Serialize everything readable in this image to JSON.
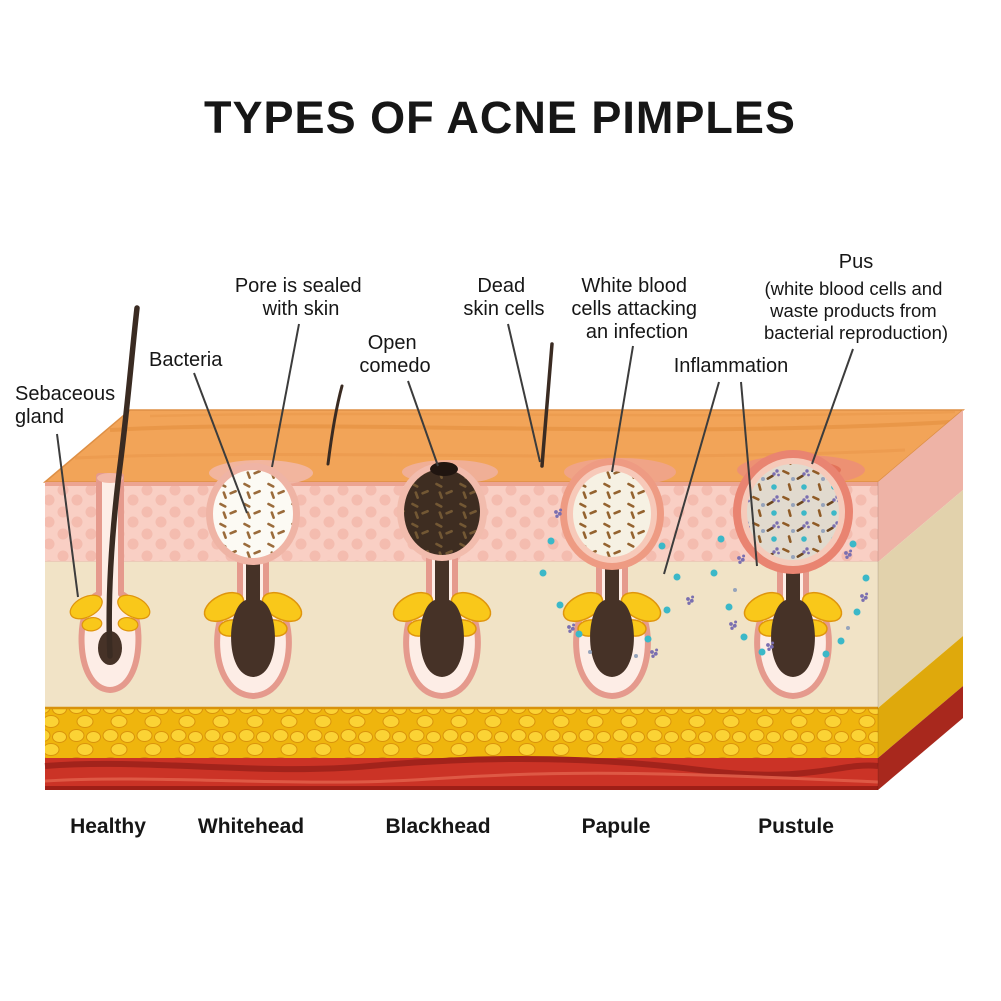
{
  "title": "TYPES OF ACNE PIMPLES",
  "annotations": {
    "sebaceous_gland": {
      "lines": [
        "Sebaceous",
        "gland"
      ]
    },
    "bacteria": {
      "lines": [
        "Bacteria"
      ]
    },
    "pore_sealed": {
      "lines": [
        "Pore is sealed",
        "with skin"
      ]
    },
    "open_comedo": {
      "lines": [
        "Open",
        "comedo"
      ]
    },
    "dead_skin_cells": {
      "lines": [
        "Dead",
        "skin cells"
      ]
    },
    "white_blood_cells": {
      "lines": [
        "White blood",
        "cells attacking",
        "an infection"
      ]
    },
    "inflammation": {
      "lines": [
        "Inflammation"
      ]
    },
    "pus": {
      "lines": [
        "Pus",
        "(white blood cells and",
        "waste products from",
        "bacterial reproduction)"
      ]
    }
  },
  "types": [
    {
      "id": "healthy",
      "label": "Healthy"
    },
    {
      "id": "whitehead",
      "label": "Whitehead"
    },
    {
      "id": "blackhead",
      "label": "Blackhead"
    },
    {
      "id": "papule",
      "label": "Papule"
    },
    {
      "id": "pustule",
      "label": "Pustule"
    }
  ],
  "legend_colors": {
    "skin_surface": "#F2A458",
    "epidermis": "#F9CFC4",
    "dermis": "#F1E3C6",
    "subcutaneous_fat": "#F0B60E",
    "muscle": "#CB3326",
    "hair": "#3A2B22",
    "sebaceous_gland": "#F9C81A",
    "bacteria": "#8F5B26",
    "white_blood_cell": "#3BB8C8",
    "inflammation": "#EE9B83",
    "pus_cluster": "#7A6FB0"
  }
}
